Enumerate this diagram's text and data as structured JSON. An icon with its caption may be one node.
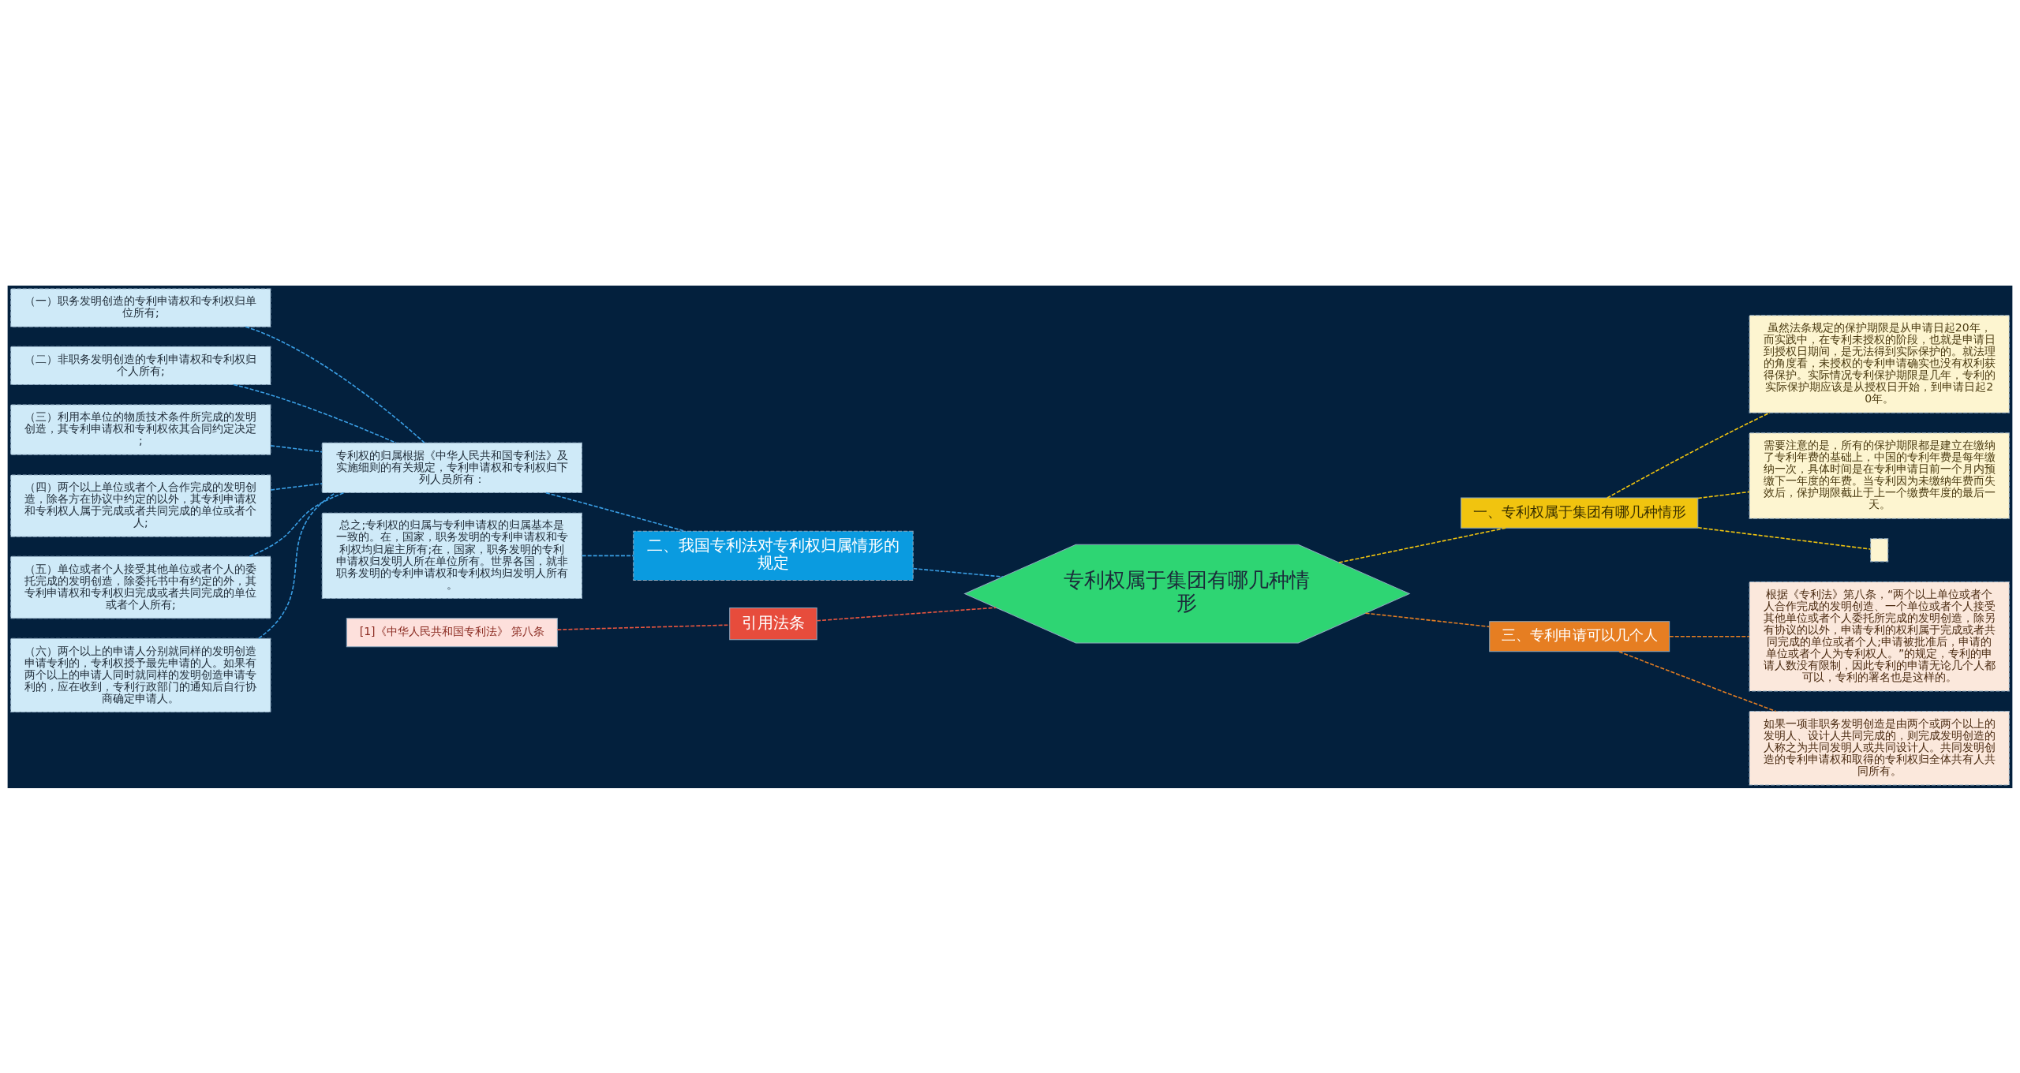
{
  "diagram": {
    "nodes": [
      {
        "text": [
          "专利权属于集团有哪几种情形"
        ]
      },
      {
        "text": [
          "二、我国专利法对专利权归属情形的规定"
        ]
      },
      {
        "text": [
          "专利权的归属根据《中华人民共和国专利法》及实施细则的有关规定，专利申请权和专利权归下列人员所有："
        ]
      },
      {
        "text": [
          "（一）职务发明创造的专利申请权和专利权归单位所有;"
        ]
      },
      {
        "text": [
          "（二）非职务发明创造的专利申请权和专利权归个人所有;"
        ]
      },
      {
        "text": [
          "（三）利用本单位的物质技术条件所完成的发明创造，其专利申请权和专利权依其合同约定决定;"
        ]
      },
      {
        "text": [
          "（四）两个以上单位或者个人合作完成的发明创造，除各方在协议中约定的以外，其专利申请权和专利权人属于完成或者共同完成的单位或者个人;"
        ]
      },
      {
        "text": [
          "（五）单位或者个人接受其他单位或者个人的委托完成的发明创造，除委托书中有约定的外，其专利申请权和专利权归完成或者共同完成的单位或者个人所有;"
        ]
      },
      {
        "text": [
          "（六）两个以上的申请人分别就同样的发明创造申请专利的，专利权授予最先申请的人。如果有两个以上的申请人同时就同样的发明创造申请专利的，应在收到，专利行政部门的通知后自行协商确定申请人。"
        ]
      },
      {
        "text": [
          "总之;专利权的归属与专利申请权的归属基本是一致的。在，国家，职务发明的专利申请权和专利权均归雇主所有;在，国家，职务发明的专利申请权归发明人所在单位所有。世界各国，就非职务发明的专利申请权和专利权均归发明人所有。"
        ]
      },
      {
        "text": [
          "引用法条"
        ]
      },
      {
        "text": [
          "[1]《中华人民共和国专利法》 第八条"
        ]
      },
      {
        "text": [
          "一、专利权属于集团有哪几种情形"
        ]
      },
      {
        "text": [
          "虽然法条规定的保护期限是从申请日起20年，而实践中，在专利未授权的阶段，也就是申请日到授权日期间，是无法得到实际保护的。就法理的角度看，未授权的专利申请确实也没有权利获得保护。实际情况专利保护期限是几年，专利的实际保护期应该是从授权日开始，到申请日起20年。"
        ]
      },
      {
        "text": [
          "需要注意的是，所有的保护期限都是建立在缴纳了专利年费的基础上，中国的专利年费是每年缴纳一次，具体时间是在专利申请日前一个月内预缴下一年度的年费。当专利因为未缴纳年费而失效后，保护期限截止于上一个缴费年度的最后一天。"
        ]
      },
      {
        "text": [],
        "shape": "box"
      },
      {
        "text": [
          "三、专利申请可以几个人"
        ]
      },
      {
        "text": [
          "根据《专利法》第八条，“两个以上单位或者个人合作完成的发明创造、一个单位或者个人接受其他单位或者个人委托所完成的发明创造，除另有协议的以外，申请专利的权利属于完成或者共同完成的单位或者个人;申请被批准后，申请的单位或者个人为专利权人。”的规定，专利的申请人数没有限制，因此专利的申请无论几个人都可以，专利的署名也是这样的。"
        ]
      },
      {
        "text": [
          "如果一项非职务发明创造是由两个或两个以上的发明人、设计人共同完成的，则完成发明创造的人称之为共同发明人或共同设计人。共同发明创造的专利申请权和取得的专利权归全体共有人共同所有。"
        ]
      }
    ],
    "edges": [
      {
        "from": 0,
        "to": 1,
        "arrow": "none",
        "style": "dashed",
        "color": "#3a9ee4"
      },
      {
        "from": 1,
        "to": 2,
        "arrow": "none",
        "style": "dashed",
        "color": "#3a9ee4"
      },
      {
        "from": 2,
        "to": 3,
        "arrow": "none",
        "style": "dashed",
        "color": "#3a9ee4"
      },
      {
        "from": 2,
        "to": 4,
        "arrow": "none",
        "style": "dashed",
        "color": "#3a9ee4"
      },
      {
        "from": 2,
        "to": 5,
        "arrow": "none",
        "style": "dashed",
        "color": "#3a9ee4"
      },
      {
        "from": 2,
        "to": 6,
        "arrow": "none",
        "style": "dashed",
        "color": "#3a9ee4"
      },
      {
        "from": 2,
        "to": 7,
        "arrow": "none",
        "style": "dashed",
        "color": "#3a9ee4"
      },
      {
        "from": 2,
        "to": 8,
        "arrow": "none",
        "style": "dashed",
        "color": "#3a9ee4"
      },
      {
        "from": 1,
        "to": 9,
        "arrow": "none",
        "style": "dashed",
        "color": "#3a9ee4"
      },
      {
        "from": 0,
        "to": 10,
        "arrow": "none",
        "style": "dashed",
        "color": "#e8553f"
      },
      {
        "from": 10,
        "to": 11,
        "arrow": "none",
        "style": "dashed",
        "color": "#e8553f"
      },
      {
        "from": 0,
        "to": 12,
        "arrow": "none",
        "style": "dashed",
        "color": "#f1c40f"
      },
      {
        "from": 12,
        "to": 13,
        "arrow": "none",
        "style": "dashed",
        "color": "#f1c40f"
      },
      {
        "from": 12,
        "to": 14,
        "arrow": "none",
        "style": "dashed",
        "color": "#f1c40f"
      },
      {
        "from": 12,
        "to": 15,
        "arrow": "none",
        "style": "dashed",
        "color": "#f1c40f"
      },
      {
        "from": 0,
        "to": 16,
        "arrow": "none",
        "style": "dashed",
        "color": "#e67e22"
      },
      {
        "from": 16,
        "to": 17,
        "arrow": "none",
        "style": "dashed",
        "color": "#e67e22"
      },
      {
        "from": 16,
        "to": 18,
        "arrow": "none",
        "style": "dashed",
        "color": "#e67e22"
      }
    ]
  }
}
